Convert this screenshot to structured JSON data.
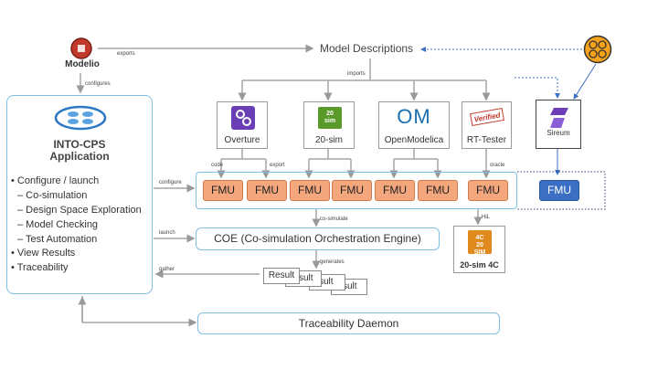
{
  "modelio": {
    "label": "Modelio"
  },
  "model_descriptions": "Model Descriptions",
  "edges": {
    "exports": "exports",
    "configures_down": "configures",
    "imports": "imports",
    "code": "code",
    "export": "export",
    "oracle": "oracle",
    "configure": "configure",
    "launch": "launch",
    "co_simulate": "co-simulate",
    "hil": "HiL",
    "generates": "generates",
    "gather": "gather"
  },
  "app": {
    "title_line1": "INTO-CPS",
    "title_line2": "Application",
    "items": [
      "• Configure / launch",
      "– Co-simulation",
      "– Design Space Exploration",
      "– Model Checking",
      "– Test Automation",
      "• View Results",
      "• Traceability"
    ]
  },
  "tools": {
    "overture": "Overture",
    "twentysim": "20-sim",
    "openmodelica": "OpenModelica",
    "rttester": "RT-Tester",
    "sireum": "Sireum",
    "twentysim_4c": "20-sim 4C"
  },
  "logo_text": {
    "twentysim": "20 sim",
    "om": "OM",
    "verified": "Verified",
    "twentysim_4c": "4C 20 SIM"
  },
  "fmus": [
    "FMU",
    "FMU",
    "FMU",
    "FMU",
    "FMU",
    "FMU",
    "FMU"
  ],
  "fmu_blue": "FMU",
  "coe": "COE (Co-simulation Orchestration Engine)",
  "results": [
    "Result",
    "sult",
    "sult",
    "sult"
  ],
  "daemon": "Traceability Daemon",
  "colors": {
    "accent_blue": "#7fbfe6",
    "fmu_orange": "#f4a77c",
    "fmu_blue": "#3b6fc4",
    "overture_purple": "#6a3fb5",
    "twentysim_green": "#5a9a2a",
    "modelio_red": "#c0392b",
    "sireum_orange": "#f7a21b"
  }
}
